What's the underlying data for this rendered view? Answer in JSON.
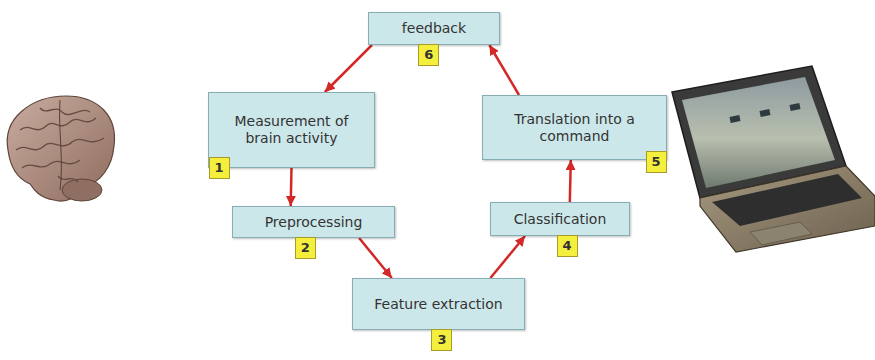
{
  "diagram": {
    "nodes": [
      {
        "text": [
          "Measurement of brain activity"
        ]
      },
      {
        "text": [
          "Preprocessing"
        ]
      },
      {
        "text": [
          "Feature extraction"
        ]
      },
      {
        "text": [
          "Classification"
        ]
      },
      {
        "text": [
          "Translation into a command"
        ]
      },
      {
        "text": [
          "feedback"
        ]
      }
    ],
    "edges": [
      {
        "from": 0,
        "to": 1,
        "arrow": "to"
      },
      {
        "from": 1,
        "to": 2,
        "arrow": "to"
      },
      {
        "from": 2,
        "to": 3,
        "arrow": "to"
      },
      {
        "from": 3,
        "to": 4,
        "arrow": "to"
      },
      {
        "from": 4,
        "to": 5,
        "arrow": "to"
      },
      {
        "from": 5,
        "to": 0,
        "arrow": "to"
      }
    ],
    "labels": [
      "1",
      "2",
      "3",
      "4",
      "5",
      "6"
    ]
  }
}
